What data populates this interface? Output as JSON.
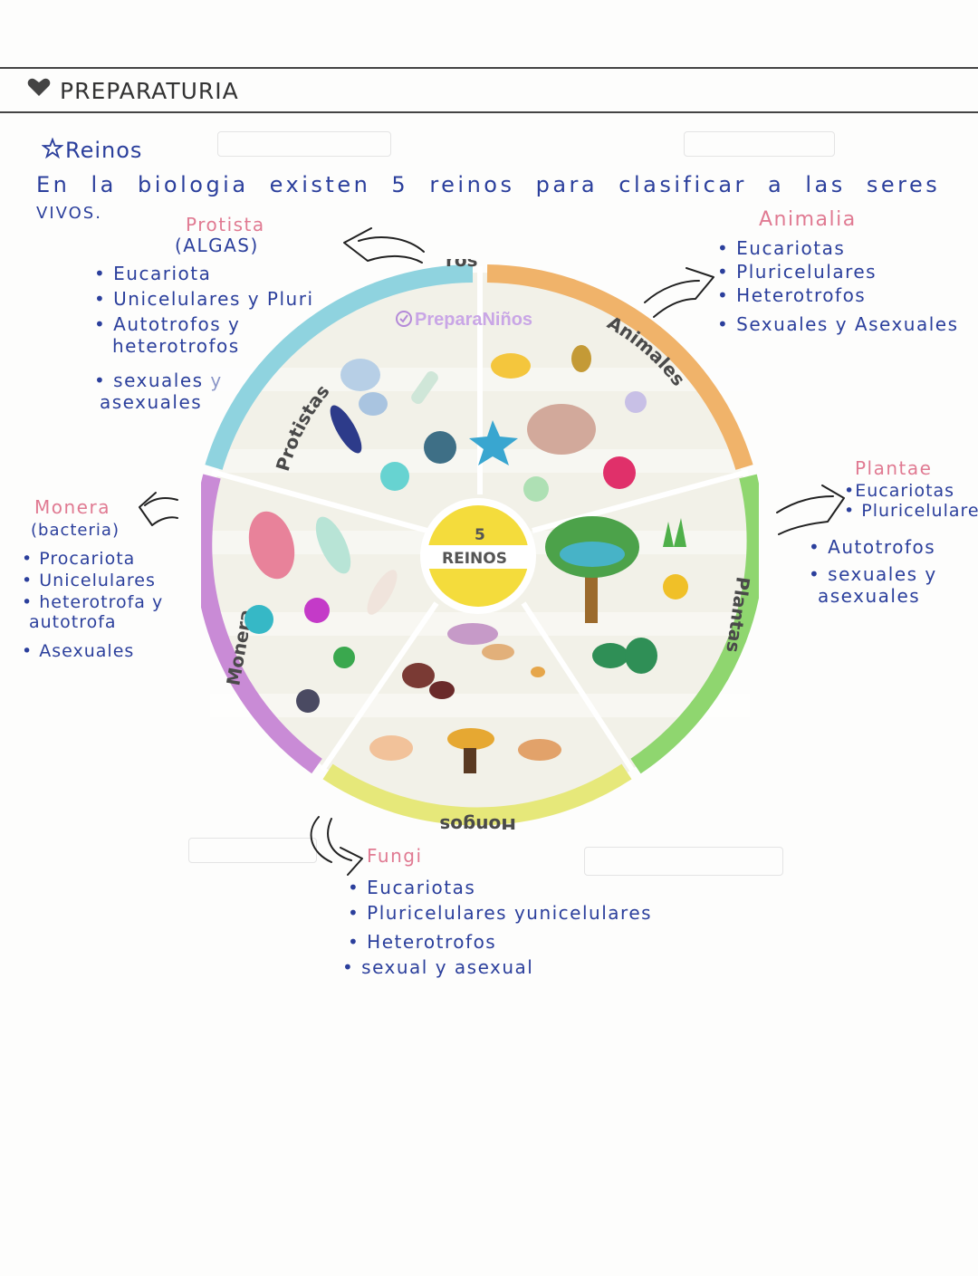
{
  "header": {
    "title": "PREPARATURIA"
  },
  "section": {
    "heading": "Reinos"
  },
  "intro": {
    "line1": "En la biologia existen 5 reinos para clasificar a las seres",
    "line2": "VIVOS."
  },
  "wheel": {
    "watermark": "PreparaNiños",
    "center_number": "5",
    "center_label": "REINOS",
    "top_partial": "ros",
    "labels": {
      "protistas": "Protistas",
      "animales": "Animales",
      "plantas": "Plantas",
      "hongos": "Hongos",
      "monera": "Monera"
    },
    "colors": {
      "protistas": "#8fd3df",
      "animales": "#f0b36a",
      "plantas": "#8fd66f",
      "hongos": "#e6e87a",
      "monera": "#c98bd6",
      "center": "#f4dc3c"
    }
  },
  "protista": {
    "title": "Protista",
    "subtitle": "(ALGAS)",
    "items": [
      "Eucariota",
      "Unicelulares y Pluri",
      "Autotrofos y",
      "heterotrofos",
      "sexuales y",
      "asexuales"
    ]
  },
  "animalia": {
    "title": "Animalia",
    "items": [
      "Eucariotas",
      "Pluricelulares",
      "Heterotrofos",
      "Sexuales y Asexuales"
    ]
  },
  "plantae": {
    "title": "Plantae",
    "items": [
      "Eucariotas",
      "Pluricelulare",
      "Autotrofos",
      "sexuales y",
      "asexuales"
    ]
  },
  "monera": {
    "title": "Monera",
    "subtitle": "(bacteria)",
    "items": [
      "Procariota",
      "Unicelulares",
      "heterotrofa y",
      "autotrofa",
      "Asexuales"
    ]
  },
  "fungi": {
    "title": "Fungi",
    "items": [
      "Eucariotas",
      "Pluricelulares yunicelulares",
      "Heterotrofos",
      "sexual y asexual"
    ]
  }
}
